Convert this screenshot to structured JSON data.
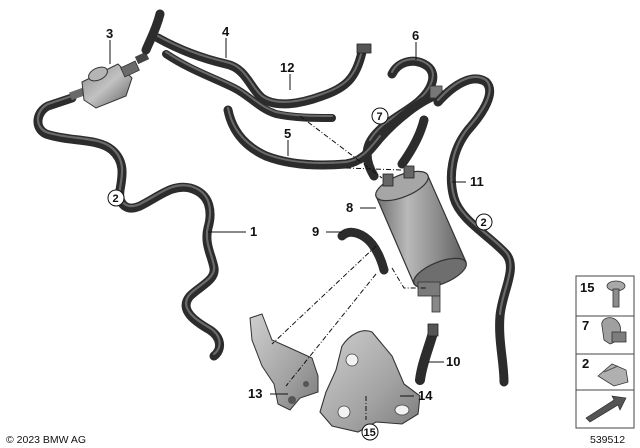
{
  "callouts": {
    "c1": "1",
    "c3": "3",
    "c4": "4",
    "c5": "5",
    "c6": "6",
    "c8": "8",
    "c9": "9",
    "c10": "10",
    "c11": "11",
    "c12": "12",
    "c13": "13",
    "c14": "14"
  },
  "circled": {
    "a": "2",
    "b": "7",
    "c": "2",
    "d": "15"
  },
  "legend": {
    "items": [
      {
        "label": "15",
        "icon": "screw-icon"
      },
      {
        "label": "7",
        "icon": "hose-clip-icon"
      },
      {
        "label": "2",
        "icon": "bracket-clip-icon"
      }
    ],
    "arrow_icon": "direction-arrow-icon"
  },
  "footer": {
    "copyright": "© 2023 BMW AG",
    "diagram_number": "539512"
  },
  "colors": {
    "hose": "#2c2c2c",
    "metal": "#9a9a9a",
    "canister": "#8e8e8e",
    "legend_border": "#444444"
  }
}
